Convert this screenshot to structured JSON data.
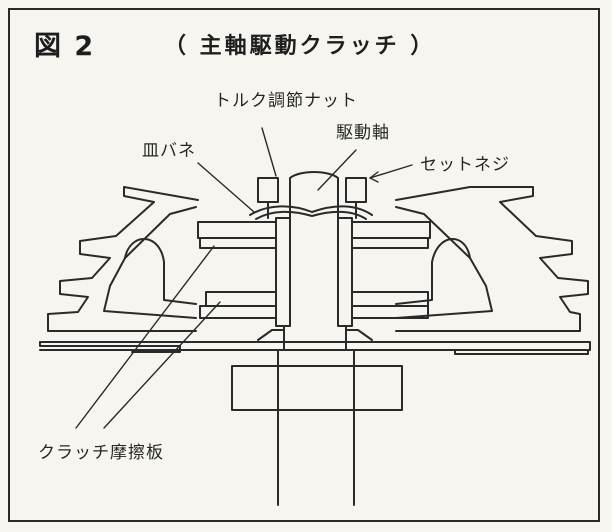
{
  "figure": {
    "number": "図 2",
    "title": "（ 主軸駆動クラッチ ）"
  },
  "labels": {
    "torque_nut": "トルク調節ナット",
    "drive_shaft": "駆動軸",
    "dish_spring": "皿バネ",
    "set_screw": "セットネジ",
    "clutch_plate": "クラッチ摩擦板"
  },
  "colors": {
    "ink": "#2a2a2a",
    "paper": "#f6f5f0"
  }
}
